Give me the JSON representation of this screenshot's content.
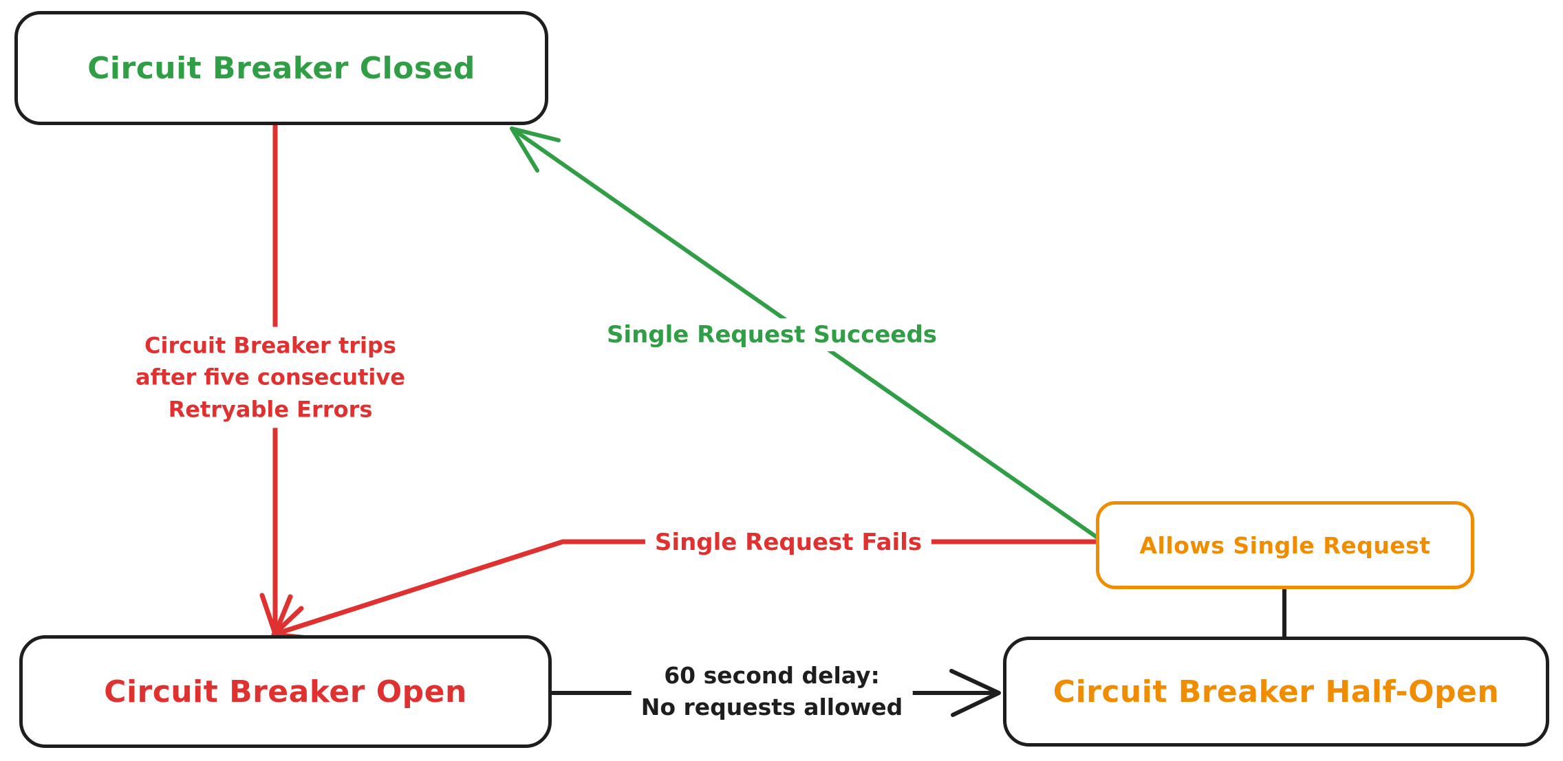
{
  "nodes": {
    "closed": {
      "label": "Circuit Breaker Closed"
    },
    "open": {
      "label": "Circuit Breaker Open"
    },
    "half_open": {
      "label": "Circuit Breaker Half-Open"
    },
    "allows_single_request": {
      "label": "Allows Single Request"
    }
  },
  "edges": {
    "trip": {
      "lines": [
        "Circuit Breaker trips",
        "after five consecutive",
        "Retryable Errors"
      ],
      "from": "closed",
      "to": "open"
    },
    "succeeds": {
      "label": "Single Request Succeeds",
      "from": "allows_single_request",
      "to": "closed"
    },
    "fails": {
      "label": "Single Request Fails",
      "from": "allows_single_request",
      "to": "open"
    },
    "delay": {
      "lines": [
        "60 second delay:",
        "No requests allowed"
      ],
      "from": "open",
      "to": "half_open"
    }
  },
  "colors": {
    "green": "#2f9e44",
    "red": "#e03131",
    "orange": "#f08c00",
    "ink": "#1e1e1e",
    "background": "#ffffff"
  }
}
